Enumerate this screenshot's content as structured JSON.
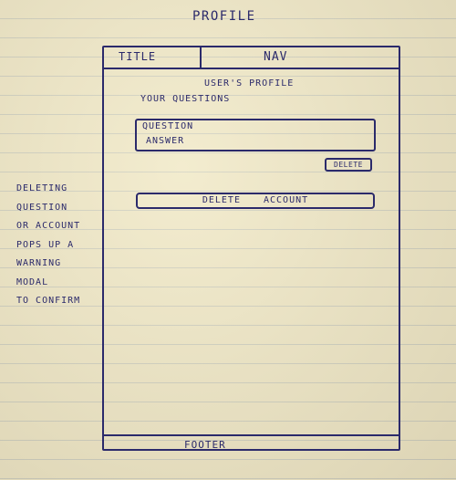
{
  "page_heading": "PROFILE",
  "header": {
    "title": "TITLE",
    "nav": "NAV"
  },
  "main": {
    "profile_label": "USER'S PROFILE",
    "questions_label": "YOUR QUESTIONS",
    "question_card": {
      "question": "QUESTION",
      "answer": "ANSWER"
    },
    "delete_label": "DELETE",
    "delete_account_label": "DELETE ACCOUNT"
  },
  "footer": {
    "label": "FOOTER"
  },
  "side_note": [
    "DELETING",
    "QUESTION",
    "OR ACCOUNT",
    "POPS UP A",
    "WARNING",
    "MODAL",
    "TO CONFIRM"
  ]
}
